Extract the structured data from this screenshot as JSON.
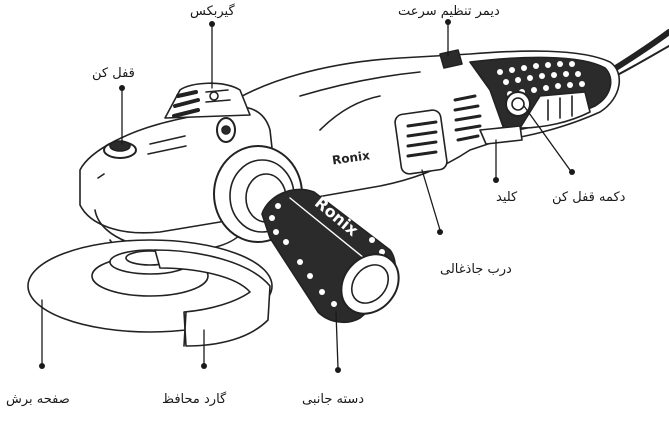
{
  "labels": {
    "lock": "قفل کن",
    "gearbox": "گیربکس",
    "speed_dimmer": "دیمر تنظیم سرعت",
    "lock_button": "دکمه قفل کن",
    "switch": "کلید",
    "brush_cover": "درب جاذغالی",
    "cutting_disc": "صفحه برش",
    "guard": "گارد محافظ",
    "side_handle": "دسته جانبی"
  },
  "brand": {
    "body_logo": "Ronix",
    "handle_logo": "Ronix"
  },
  "colors": {
    "ink": "#1a1a1a",
    "outline": "#222222",
    "tool_dark": "#2b2b2b",
    "tool_light": "#ffffff"
  }
}
